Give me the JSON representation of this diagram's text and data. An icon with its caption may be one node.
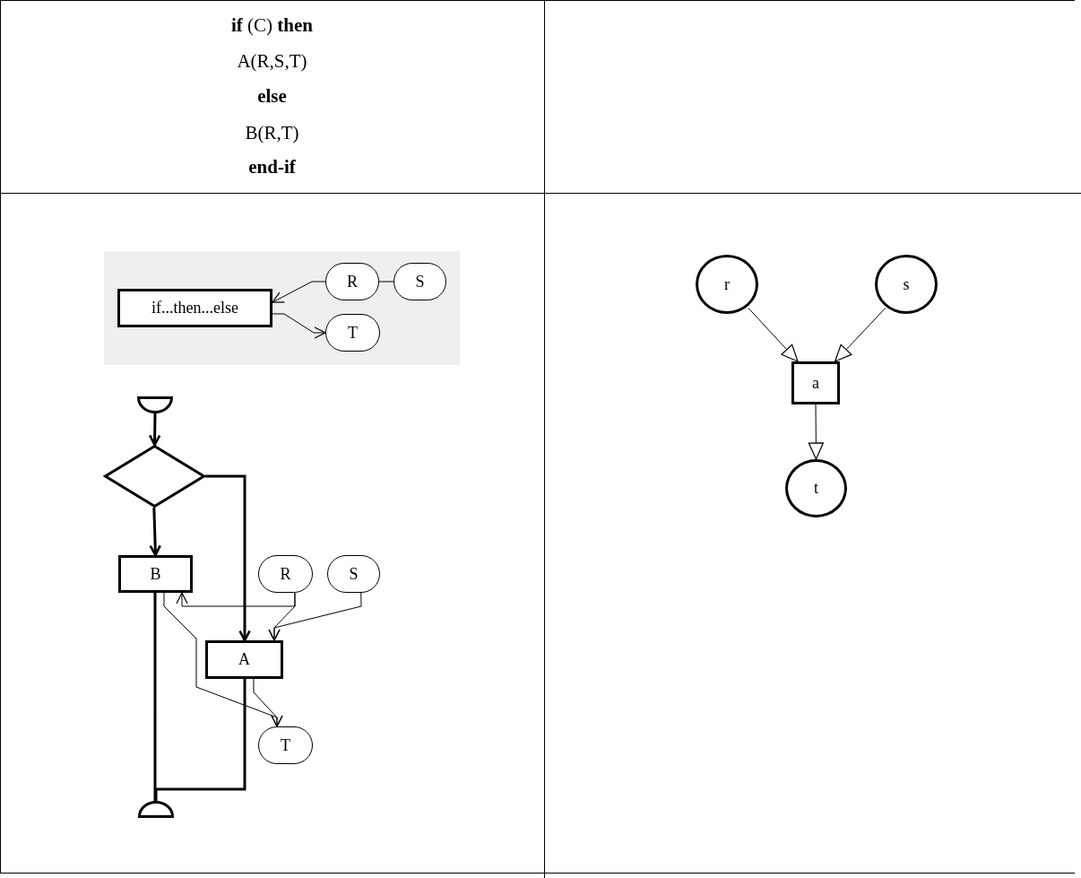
{
  "diagram": {
    "nodes": [
      {
        "text": [],
        "shape": "box"
      },
      {
        "text": [
          "if...then...else"
        ],
        "in": 0
      },
      {
        "text": [
          "R"
        ],
        "in": 0
      },
      {
        "text": [
          "S"
        ],
        "in": 0
      },
      {
        "text": [
          "T"
        ],
        "in": 0
      },
      {
        "text": [],
        "shape": "semicircle"
      },
      {
        "text": [],
        "shape": "diamond"
      },
      {
        "text": [
          "B"
        ]
      },
      {
        "text": [
          "R"
        ]
      },
      {
        "text": [
          "S"
        ]
      },
      {
        "text": [
          "A"
        ]
      },
      {
        "text": [
          "T"
        ]
      },
      {
        "text": [],
        "shape": "semicircle"
      },
      {
        "text": [
          "r"
        ]
      },
      {
        "text": [
          "s"
        ]
      },
      {
        "text": [
          "a"
        ]
      },
      {
        "text": [
          "t"
        ]
      }
    ],
    "edges": [
      {
        "from": 2,
        "to": 1,
        "arrow": "to"
      },
      {
        "from": 2,
        "to": 3,
        "arrow": "none"
      },
      {
        "from": 1,
        "to": 4,
        "arrow": "to"
      },
      {
        "from": 5,
        "to": 6,
        "arrow": "to",
        "style": "thick"
      },
      {
        "from": 6,
        "to": 7,
        "arrow": "to",
        "style": "thick"
      },
      {
        "from": 6,
        "to": 10,
        "arrow": "to",
        "style": "thick"
      },
      {
        "from": 7,
        "to": 12,
        "arrow": "none",
        "style": "thick"
      },
      {
        "from": 10,
        "to": 12,
        "arrow": "none",
        "style": "thick"
      },
      {
        "from": 8,
        "to": 7,
        "arrow": "to"
      },
      {
        "from": 8,
        "to": 10,
        "arrow": "to"
      },
      {
        "from": 9,
        "to": 10,
        "arrow": "to"
      },
      {
        "from": 7,
        "to": 11,
        "arrow": "to"
      },
      {
        "from": 10,
        "to": 11,
        "arrow": "to"
      },
      {
        "from": 13,
        "to": 15,
        "arrow": "to"
      },
      {
        "from": 14,
        "to": 15,
        "arrow": "to"
      },
      {
        "from": 15,
        "to": 16,
        "arrow": "to"
      }
    ],
    "labels": [
      "**if** (C) **then**",
      "A(R,S,T)",
      "else",
      "B(R,T)",
      "end-if"
    ]
  }
}
